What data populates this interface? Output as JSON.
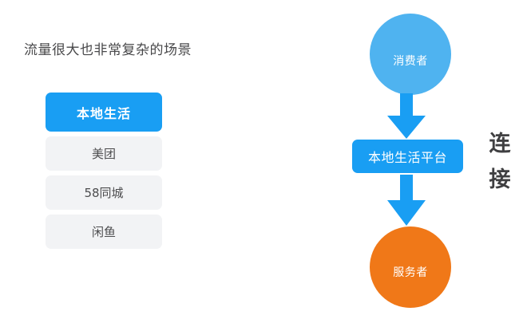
{
  "page": {
    "background_color": "#ffffff"
  },
  "left_panel": {
    "heading": "流量很大也非常复杂的场景",
    "list": {
      "items": [
        {
          "label": "本地生活",
          "state": "active"
        },
        {
          "label": "美团",
          "state": "normal"
        },
        {
          "label": "58同城",
          "state": "normal"
        },
        {
          "label": "闲鱼",
          "state": "normal"
        }
      ]
    }
  },
  "flow_diagram": {
    "nodes": {
      "consumer": {
        "label": "消费者",
        "shape": "circle",
        "color": "#4fb3f0"
      },
      "platform": {
        "label": "本地生活平台",
        "shape": "rounded-rect",
        "color": "#199ef3"
      },
      "provider": {
        "label": "服务者",
        "shape": "circle",
        "color": "#f07818"
      }
    },
    "arrows": [
      {
        "from": "consumer",
        "to": "platform",
        "direction": "down",
        "color": "#199ef3"
      },
      {
        "from": "platform",
        "to": "provider",
        "direction": "down",
        "color": "#199ef3"
      }
    ],
    "side_label": {
      "line1": "连",
      "line2": "接",
      "color": "#3f3f41"
    }
  },
  "colors": {
    "accent_blue": "#199ef3",
    "light_blue": "#4fb3f0",
    "orange": "#f07818",
    "list_grey": "#f2f3f5",
    "text_dark": "#48484a"
  }
}
